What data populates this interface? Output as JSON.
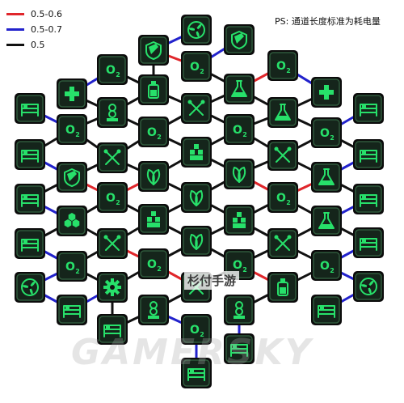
{
  "legend": [
    {
      "label": "0.5-0.6",
      "color": "#e0262b"
    },
    {
      "label": "0.5-0.7",
      "color": "#2222cc"
    },
    {
      "label": "0.5",
      "color": "#111111"
    }
  ],
  "note": "PS: 通道长度标准为耗电量",
  "watermarks": {
    "brand_cn": "杉付手游",
    "brand_en": "GAMERSKY"
  },
  "nodes": [
    {
      "id": "a1",
      "icon": "fan"
    },
    {
      "id": "a2",
      "icon": "shield"
    },
    {
      "id": "b1",
      "icon": "o2"
    },
    {
      "id": "b2",
      "icon": "shield"
    },
    {
      "id": "b3",
      "icon": "o2"
    },
    {
      "id": "b4",
      "icon": "o2"
    },
    {
      "id": "c1",
      "icon": "plus"
    },
    {
      "id": "c2",
      "icon": "bottle"
    },
    {
      "id": "c3",
      "icon": "flask"
    },
    {
      "id": "c4",
      "icon": "plus"
    },
    {
      "id": "d1",
      "icon": "bed"
    },
    {
      "id": "d2",
      "icon": "stack"
    },
    {
      "id": "d3",
      "icon": "cutlery"
    },
    {
      "id": "d4",
      "icon": "flask"
    },
    {
      "id": "d5",
      "icon": "bed"
    },
    {
      "id": "e1",
      "icon": "o2"
    },
    {
      "id": "e2",
      "icon": "o2"
    },
    {
      "id": "e3",
      "icon": "o2"
    },
    {
      "id": "e4",
      "icon": "o2"
    },
    {
      "id": "f1",
      "icon": "bed"
    },
    {
      "id": "f2",
      "icon": "cutlery"
    },
    {
      "id": "f3",
      "icon": "boxes"
    },
    {
      "id": "f4",
      "icon": "cutlery"
    },
    {
      "id": "f5",
      "icon": "bed"
    },
    {
      "id": "g1",
      "icon": "shield"
    },
    {
      "id": "g2",
      "icon": "leaf"
    },
    {
      "id": "g3",
      "icon": "leaf"
    },
    {
      "id": "g4",
      "icon": "flask"
    },
    {
      "id": "h1",
      "icon": "bed"
    },
    {
      "id": "h2",
      "icon": "o2"
    },
    {
      "id": "h3",
      "icon": "leaf"
    },
    {
      "id": "h4",
      "icon": "o2"
    },
    {
      "id": "h5",
      "icon": "bed"
    },
    {
      "id": "i1",
      "icon": "hex"
    },
    {
      "id": "i2",
      "icon": "boxes"
    },
    {
      "id": "i3",
      "icon": "boxes"
    },
    {
      "id": "i4",
      "icon": "flask"
    },
    {
      "id": "j1",
      "icon": "bed"
    },
    {
      "id": "j2",
      "icon": "cutlery"
    },
    {
      "id": "j3",
      "icon": "leaf"
    },
    {
      "id": "j4",
      "icon": "cutlery"
    },
    {
      "id": "j5",
      "icon": "bed"
    },
    {
      "id": "k1",
      "icon": "o2"
    },
    {
      "id": "k2",
      "icon": "o2"
    },
    {
      "id": "k3",
      "icon": "o2"
    },
    {
      "id": "k4",
      "icon": "o2"
    },
    {
      "id": "l1",
      "icon": "fan"
    },
    {
      "id": "l2",
      "icon": "gear"
    },
    {
      "id": "l3",
      "icon": "cutlery"
    },
    {
      "id": "l4",
      "icon": "bottle"
    },
    {
      "id": "l5",
      "icon": "fan"
    },
    {
      "id": "m1",
      "icon": "bed"
    },
    {
      "id": "m2",
      "icon": "stack"
    },
    {
      "id": "m3",
      "icon": "stack"
    },
    {
      "id": "m4",
      "icon": "bed"
    },
    {
      "id": "n1",
      "icon": "bed"
    },
    {
      "id": "n2",
      "icon": "o2"
    },
    {
      "id": "n3",
      "icon": "bed"
    },
    {
      "id": "o1",
      "icon": "bed"
    }
  ],
  "edges": [
    [
      "a1",
      "b2",
      "blue"
    ],
    [
      "a2",
      "b3",
      "blue"
    ],
    [
      "b2",
      "b3",
      "red"
    ],
    [
      "b1",
      "c2",
      "black"
    ],
    [
      "b2",
      "c2",
      "black"
    ],
    [
      "b3",
      "c3",
      "black"
    ],
    [
      "b4",
      "c3",
      "red"
    ],
    [
      "c1",
      "b1",
      "blue"
    ],
    [
      "c4",
      "b4",
      "blue"
    ],
    [
      "c2",
      "d3",
      "black"
    ],
    [
      "c3",
      "d3",
      "black"
    ],
    [
      "c1",
      "d2",
      "black"
    ],
    [
      "c4",
      "d4",
      "black"
    ],
    [
      "c2",
      "d2",
      "black"
    ],
    [
      "c3",
      "d4",
      "black"
    ],
    [
      "d1",
      "e1",
      "blue"
    ],
    [
      "d5",
      "e4",
      "blue"
    ],
    [
      "d2",
      "e1",
      "black"
    ],
    [
      "d3",
      "e2",
      "black"
    ],
    [
      "d3",
      "e3",
      "black"
    ],
    [
      "d4",
      "e4",
      "black"
    ],
    [
      "d2",
      "e2",
      "black"
    ],
    [
      "d4",
      "e3",
      "black"
    ],
    [
      "e1",
      "f2",
      "black"
    ],
    [
      "e2",
      "f2",
      "black"
    ],
    [
      "e2",
      "f3",
      "black"
    ],
    [
      "e3",
      "f3",
      "black"
    ],
    [
      "e3",
      "f4",
      "black"
    ],
    [
      "e4",
      "f4",
      "black"
    ],
    [
      "f1",
      "g1",
      "blue"
    ],
    [
      "f5",
      "g4",
      "blue"
    ],
    [
      "e1",
      "f1",
      "black"
    ],
    [
      "e4",
      "f5",
      "black"
    ],
    [
      "f2",
      "g1",
      "black"
    ],
    [
      "f2",
      "g2",
      "black"
    ],
    [
      "f3",
      "g2",
      "black"
    ],
    [
      "f3",
      "g3",
      "black"
    ],
    [
      "f4",
      "g3",
      "black"
    ],
    [
      "f4",
      "g4",
      "black"
    ],
    [
      "g1",
      "h1",
      "black"
    ],
    [
      "g1",
      "h2",
      "red"
    ],
    [
      "g2",
      "h2",
      "red"
    ],
    [
      "g2",
      "h3",
      "black"
    ],
    [
      "g3",
      "h3",
      "black"
    ],
    [
      "g3",
      "h4",
      "red"
    ],
    [
      "g4",
      "h4",
      "red"
    ],
    [
      "g4",
      "h5",
      "black"
    ],
    [
      "h1",
      "i1",
      "blue"
    ],
    [
      "h5",
      "i4",
      "blue"
    ],
    [
      "h2",
      "i1",
      "black"
    ],
    [
      "h2",
      "i2",
      "black"
    ],
    [
      "h3",
      "i2",
      "black"
    ],
    [
      "h3",
      "i3",
      "black"
    ],
    [
      "h4",
      "i3",
      "black"
    ],
    [
      "h4",
      "i4",
      "black"
    ],
    [
      "i1",
      "j2",
      "black"
    ],
    [
      "i2",
      "j2",
      "black"
    ],
    [
      "i2",
      "j3",
      "black"
    ],
    [
      "i3",
      "j3",
      "black"
    ],
    [
      "i3",
      "j4",
      "black"
    ],
    [
      "i4",
      "j4",
      "black"
    ],
    [
      "j1",
      "i1",
      "black"
    ],
    [
      "j5",
      "i4",
      "black"
    ],
    [
      "j1",
      "k1",
      "blue"
    ],
    [
      "j5",
      "k4",
      "blue"
    ],
    [
      "j2",
      "k1",
      "black"
    ],
    [
      "j2",
      "k2",
      "red"
    ],
    [
      "j3",
      "k2",
      "black"
    ],
    [
      "j3",
      "k3",
      "black"
    ],
    [
      "j4",
      "k3",
      "black"
    ],
    [
      "j4",
      "k4",
      "black"
    ],
    [
      "k1",
      "l1",
      "blue"
    ],
    [
      "k1",
      "l2",
      "black"
    ],
    [
      "k2",
      "l2",
      "black"
    ],
    [
      "k2",
      "l3",
      "red"
    ],
    [
      "k3",
      "l3",
      "black"
    ],
    [
      "k3",
      "l4",
      "red"
    ],
    [
      "k4",
      "l4",
      "black"
    ],
    [
      "k4",
      "l5",
      "blue"
    ],
    [
      "l1",
      "m1",
      "blue"
    ],
    [
      "l2",
      "m1",
      "blue"
    ],
    [
      "l3",
      "m2",
      "black"
    ],
    [
      "l4",
      "m3",
      "black"
    ],
    [
      "l5",
      "m4",
      "blue"
    ],
    [
      "m2",
      "n2",
      "blue"
    ],
    [
      "m3",
      "n3",
      "blue"
    ],
    [
      "l2",
      "n1",
      "black"
    ],
    [
      "m2",
      "n1",
      "black"
    ],
    [
      "n2",
      "o1",
      "blue"
    ]
  ]
}
